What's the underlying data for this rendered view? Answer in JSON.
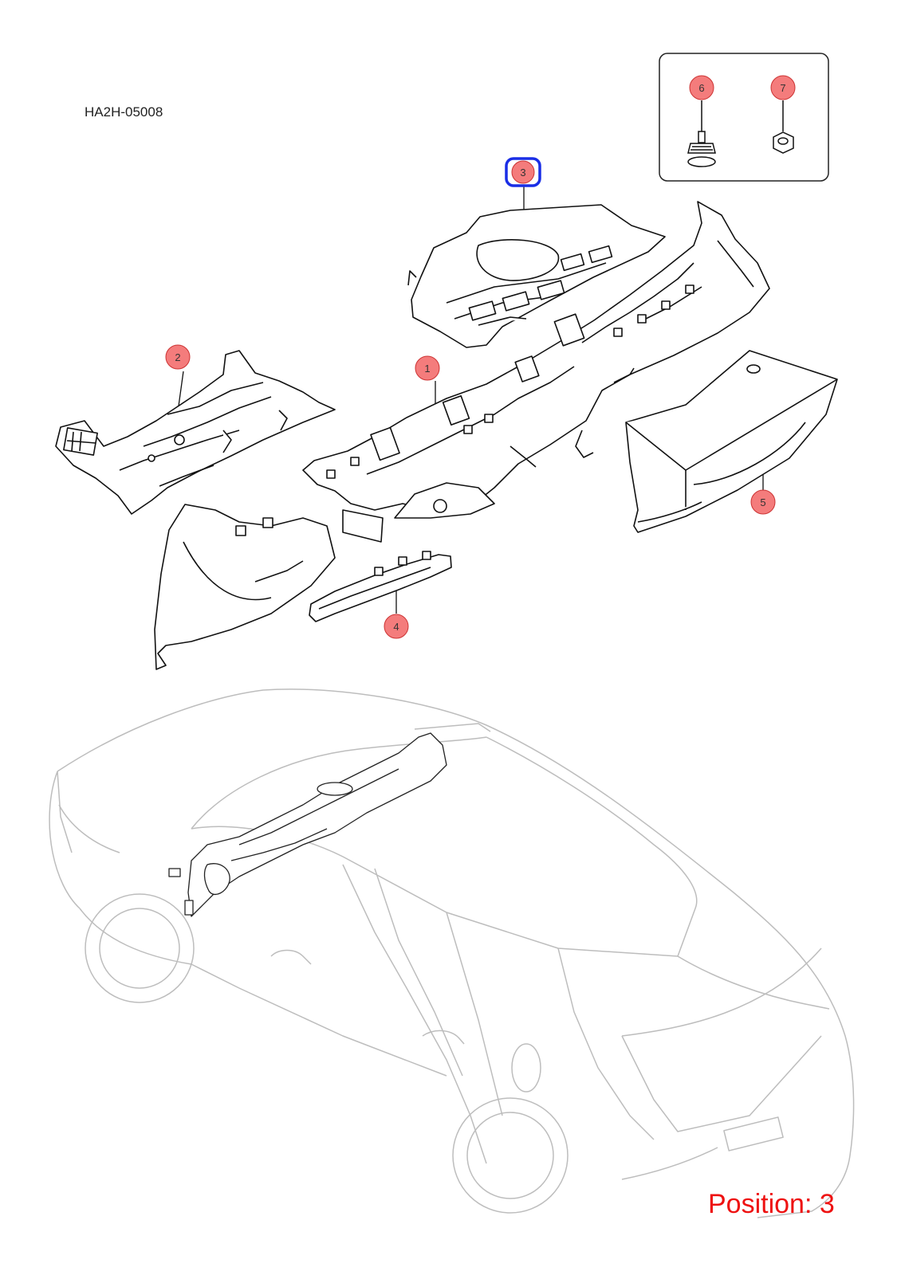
{
  "header": {
    "diagram_code": "HA2H-05008"
  },
  "footer": {
    "position_label": "Position: 3"
  },
  "callouts": [
    {
      "id": "1",
      "label": "1",
      "selected": false
    },
    {
      "id": "2",
      "label": "2",
      "selected": false
    },
    {
      "id": "3",
      "label": "3",
      "selected": true
    },
    {
      "id": "4",
      "label": "4",
      "selected": false
    },
    {
      "id": "5",
      "label": "5",
      "selected": false
    },
    {
      "id": "6",
      "label": "6",
      "selected": false
    },
    {
      "id": "7",
      "label": "7",
      "selected": false
    }
  ],
  "colors": {
    "callout_fill": "#f47c7c",
    "callout_stroke": "#cc3333",
    "selected_outline": "#1a2ee6",
    "position_text": "#ee1111",
    "line_art": "#111111",
    "vehicle_outline": "#bdbdbd"
  }
}
